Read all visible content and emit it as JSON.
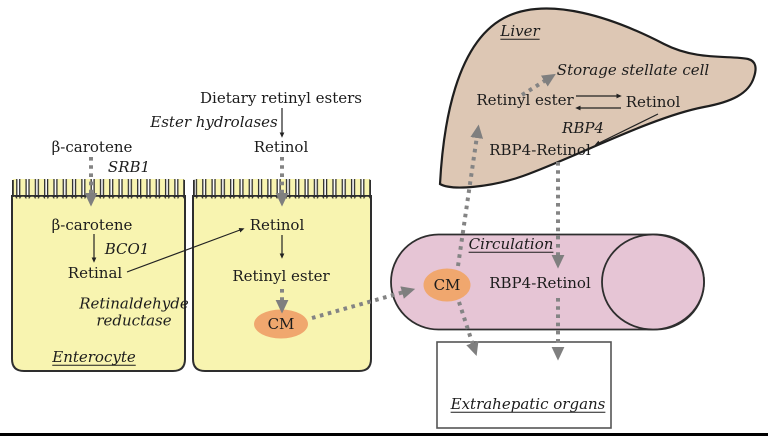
{
  "title": "Retinol (vitamin A) absorption and transport pathway diagram",
  "colors": {
    "cell_fill": "#f8f4b0",
    "liver_fill": "#ddc7b4",
    "vessel_fill": "#e6c5d5",
    "cm_fill": "#f0a76e",
    "box_fill": "#ffffff",
    "outline": "#2e2e2e",
    "dot_gray": "#848484",
    "text": "#1c1c1c"
  },
  "lumen": {
    "dietary_retinyl_esters": "Dietary retinyl esters",
    "ester_hydrolases": "Ester hydrolases",
    "retinol": "Retinol",
    "beta_carotene": "β-carotene",
    "srb1": "SRB1"
  },
  "enterocyte_left": {
    "beta_carotene": "β-carotene",
    "bco1": "BCO1",
    "retinal": "Retinal",
    "retinaldehyde_line1": "Retinaldehyde",
    "retinaldehyde_line2": "reductase",
    "label": "Enterocyte"
  },
  "enterocyte_right": {
    "retinol": "Retinol",
    "retinyl_ester": "Retinyl ester",
    "cm": "CM"
  },
  "liver": {
    "label": "Liver",
    "storage_stellate_cell": "Storage stellate cell",
    "retinyl_ester": "Retinyl ester",
    "retinol": "Retinol",
    "rbp4": "RBP4",
    "rbp4_retinol": "RBP4-Retinol"
  },
  "circulation": {
    "label": "Circulation",
    "cm": "CM",
    "rbp4_retinol": "RBP4-Retinol"
  },
  "extrahepatic": {
    "label": "Extrahepatic organs"
  }
}
